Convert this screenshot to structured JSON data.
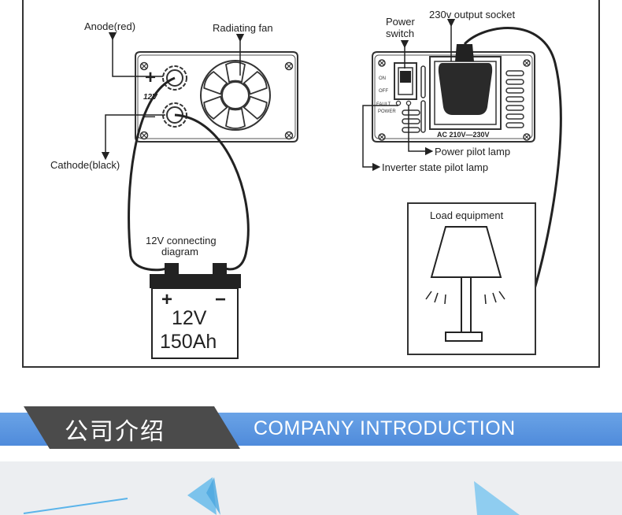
{
  "diagram": {
    "labels": {
      "anode": "Anode(red)",
      "radiating_fan": "Radiating fan",
      "cathode": "Cathode(black)",
      "connecting_line1": "12V connecting",
      "connecting_line2": "diagram",
      "power_switch_line1": "Power",
      "power_switch_line2": "switch",
      "output_socket": "230v output socket",
      "power_pilot_lamp": "Power pilot lamp",
      "inverter_state_lamp": "Inverter state pilot lamp",
      "load_equipment": "Load equipment"
    },
    "inverter_left": {
      "voltage_mark": "12V",
      "plus": "+",
      "minus": "—"
    },
    "inverter_right": {
      "switch_on": "ON",
      "switch_off": "OFF",
      "fault": "FAULT",
      "power": "POWER",
      "socket_rating": "AC 210V—230V"
    },
    "battery": {
      "plus": "+",
      "minus": "−",
      "voltage": "12V",
      "capacity": "150Ah"
    }
  },
  "banner": {
    "title_cn": "公司介绍",
    "title_en": "COMPANY INTRODUCTION",
    "colors": {
      "strip": "#5b97e0",
      "dark": "#4b4b4b",
      "text": "#ffffff"
    }
  }
}
